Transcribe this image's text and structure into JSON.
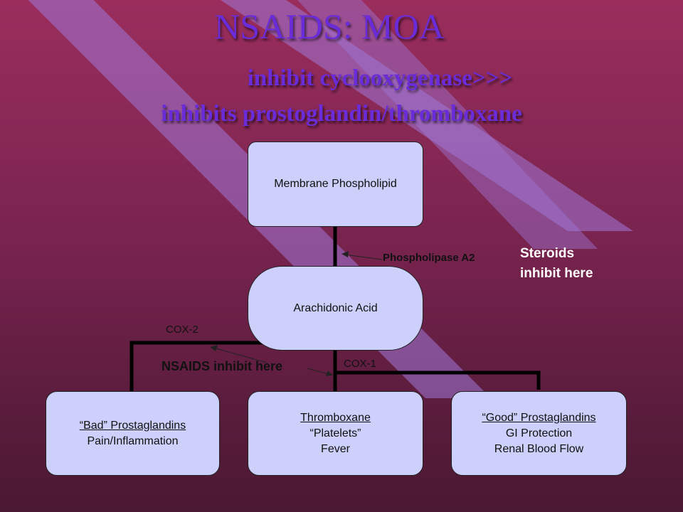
{
  "title": "NSAIDS:  MOA",
  "subtitle_line1": "inhibit cyclooxygenase>>>",
  "subtitle_line2": "inhibits prostoglandin/thromboxane",
  "nodes": {
    "membrane": "Membrane Phospholipid",
    "arachidonic": "Arachidonic Acid",
    "bad": {
      "line1": "“Bad” Prostaglandins",
      "line2": "Pain/Inflammation"
    },
    "thromboxane": {
      "line1": "Thromboxane",
      "line2": "“Platelets”",
      "line3": "Fever"
    },
    "good": {
      "line1": "“Good” Prostaglandins",
      "line2": "GI Protection",
      "line3": "Renal Blood Flow"
    }
  },
  "labels": {
    "phospholipase": "Phospholipase A2",
    "steroids_line1": "Steroids",
    "steroids_line2": "inhibit here",
    "cox2": "COX-2",
    "cox1": "COX-1",
    "nsaids": "NSAIDS inhibit here"
  },
  "colors": {
    "title": "#6a2cd8",
    "box_fill": "#ccd0fb",
    "stripe": "#a078d8",
    "connector": "#000000"
  }
}
